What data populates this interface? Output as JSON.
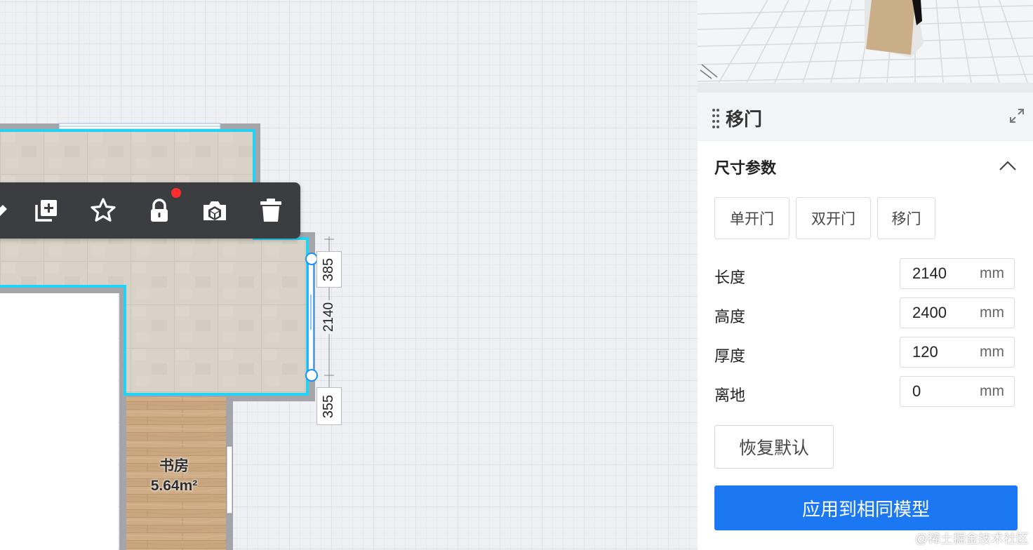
{
  "toolbar": {
    "buttons": [
      {
        "icon": "pen-icon"
      },
      {
        "icon": "copy-add-icon"
      },
      {
        "icon": "star-icon"
      },
      {
        "icon": "lock-icon",
        "badge": true
      },
      {
        "icon": "camera-cube-icon"
      },
      {
        "icon": "trash-icon"
      }
    ],
    "badge_color": "#ff2d2d"
  },
  "floorplan": {
    "room": {
      "name": "书房",
      "area": "5.64m²"
    },
    "dimensions": {
      "top": "385",
      "middle": "2140",
      "bottom": "355"
    },
    "highlight_color": "#22d3f5"
  },
  "panel": {
    "title": "移门",
    "section_title": "尺寸参数",
    "door_types": [
      "单开门",
      "双开门",
      "移门"
    ],
    "params": [
      {
        "label": "长度",
        "value": "2140",
        "unit": "mm"
      },
      {
        "label": "高度",
        "value": "2400",
        "unit": "mm"
      },
      {
        "label": "厚度",
        "value": "120",
        "unit": "mm"
      },
      {
        "label": "离地",
        "value": "0",
        "unit": "mm"
      }
    ],
    "reset_label": "恢复默认",
    "apply_label": "应用到相同模型",
    "accent_color": "#1b78f2"
  },
  "watermark": "@稀土掘金技术社区"
}
